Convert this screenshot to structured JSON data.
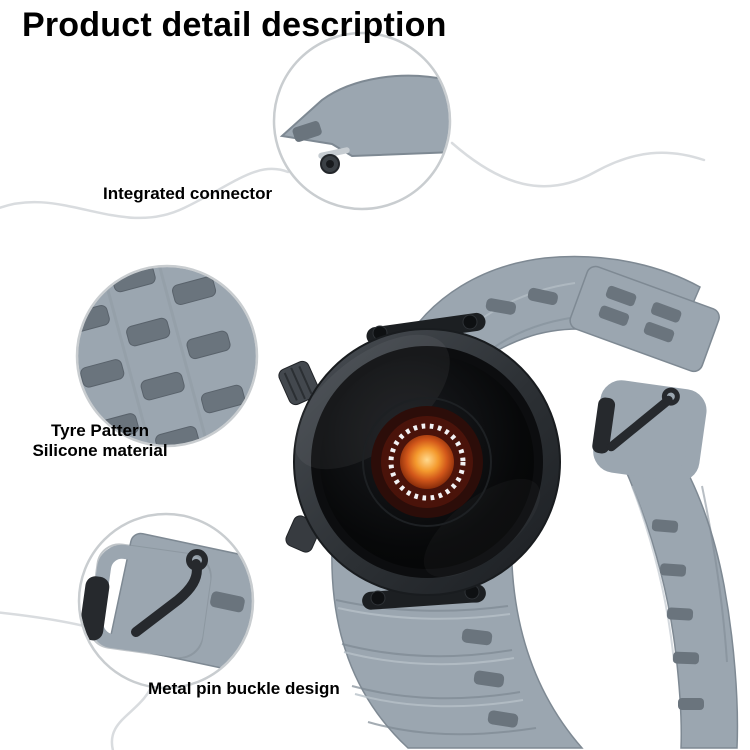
{
  "page": {
    "title": "Product detail description"
  },
  "callouts": {
    "connector": {
      "label": "Integrated connector"
    },
    "tyre": {
      "label_line1": "Tyre Pattern",
      "label_line2": "Silicone material"
    },
    "buckle": {
      "label": "Metal pin buckle design"
    }
  },
  "product": {
    "item": "smartwatch with grey silicone tyre-pattern strap"
  },
  "colors": {
    "strap": "#9ba6b0",
    "strapEdge": "#7e8993",
    "strapSlot": "#6a747d",
    "strapHighlight": "#b7c0c8",
    "calloutStroke": "#c9cdd0",
    "curveLine": "#d9dcdf",
    "caseDark": "#24272b",
    "pinBlack": "#26292d",
    "dialMaroon": "#4a130a",
    "dialOrange": "#e2611f",
    "dialGlow": "#ffc36b",
    "dottedRing": "#f2f2f4",
    "titleText": "#000000"
  }
}
